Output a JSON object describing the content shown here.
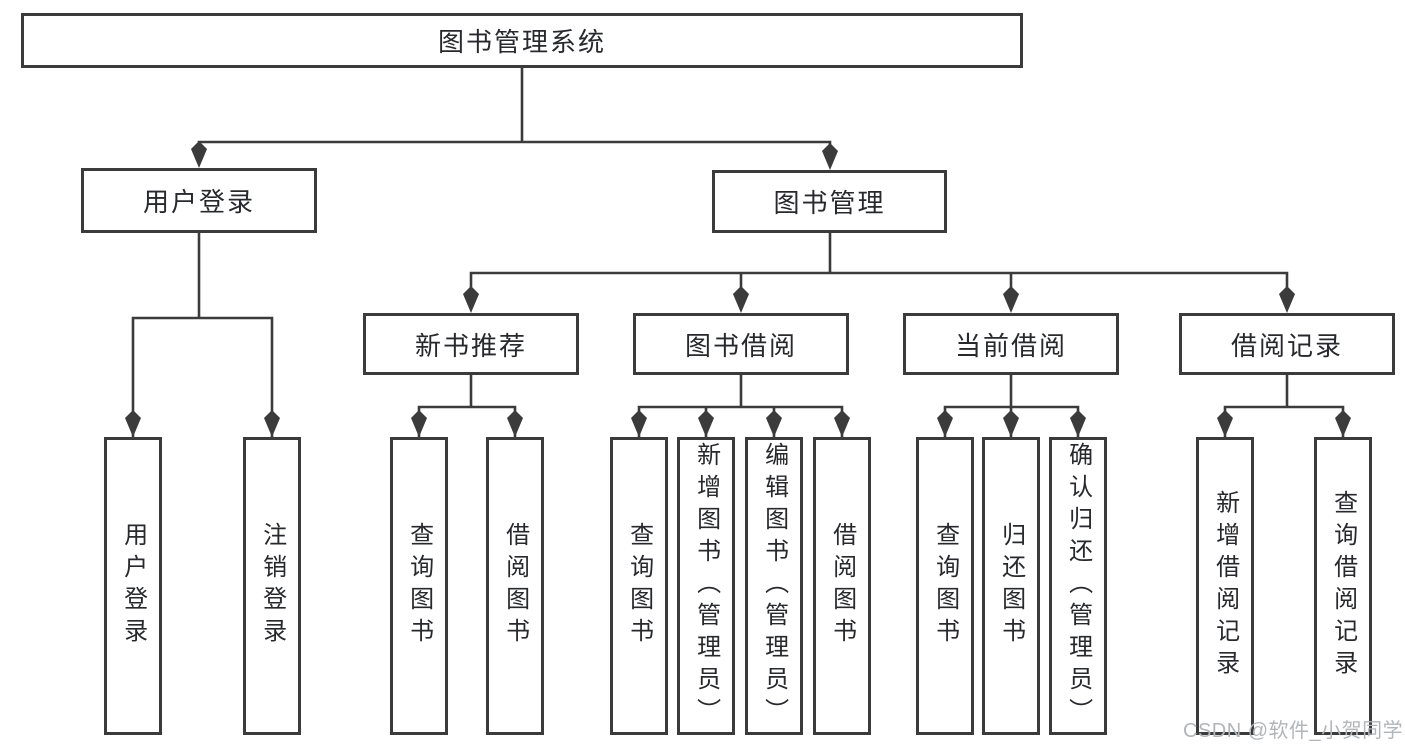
{
  "nodes": {
    "root": {
      "label": "图书管理系统"
    },
    "user_login": {
      "label": "用户登录"
    },
    "book_management": {
      "label": "图书管理"
    },
    "new_book_recommend": {
      "label": "新书推荐"
    },
    "book_borrowing": {
      "label": "图书借阅"
    },
    "current_borrowing": {
      "label": "当前借阅"
    },
    "borrowing_records": {
      "label": "借阅记录"
    },
    "leaf_user_login": {
      "label": "用户登录"
    },
    "leaf_logout": {
      "label": "注销登录"
    },
    "nb_query_books": {
      "label": "查询图书"
    },
    "nb_borrow_books": {
      "label": "借阅图书"
    },
    "bb_query_books": {
      "label": "查询图书"
    },
    "bb_add_books": {
      "label": "新增图书（管理员）"
    },
    "bb_edit_books": {
      "label": "编辑图书（管理员）"
    },
    "bb_borrow_books": {
      "label": "借阅图书"
    },
    "cb_query_books": {
      "label": "查询图书"
    },
    "cb_return_books": {
      "label": "归还图书"
    },
    "cb_confirm_return": {
      "label": "确认归还（管理员）"
    },
    "br_add_record": {
      "label": "新增借阅记录"
    },
    "br_query_record": {
      "label": "查询借阅记录"
    }
  },
  "hierarchy": {
    "图书管理系统": {
      "用户登录": [
        "用户登录",
        "注销登录"
      ],
      "图书管理": {
        "新书推荐": [
          "查询图书",
          "借阅图书"
        ],
        "图书借阅": [
          "查询图书",
          "新增图书（管理员）",
          "编辑图书（管理员）",
          "借阅图书"
        ],
        "当前借阅": [
          "查询图书",
          "归还图书",
          "确认归还（管理员）"
        ],
        "借阅记录": [
          "新增借阅记录",
          "查询借阅记录"
        ]
      }
    }
  },
  "watermark": {
    "text": "CSDN @软件_小贺同学",
    "color": "#b2b6ba"
  },
  "colors": {
    "line": "#3b3b3b",
    "border": "#3b3b3b",
    "text": "#27292c",
    "background": "#ffffff"
  }
}
